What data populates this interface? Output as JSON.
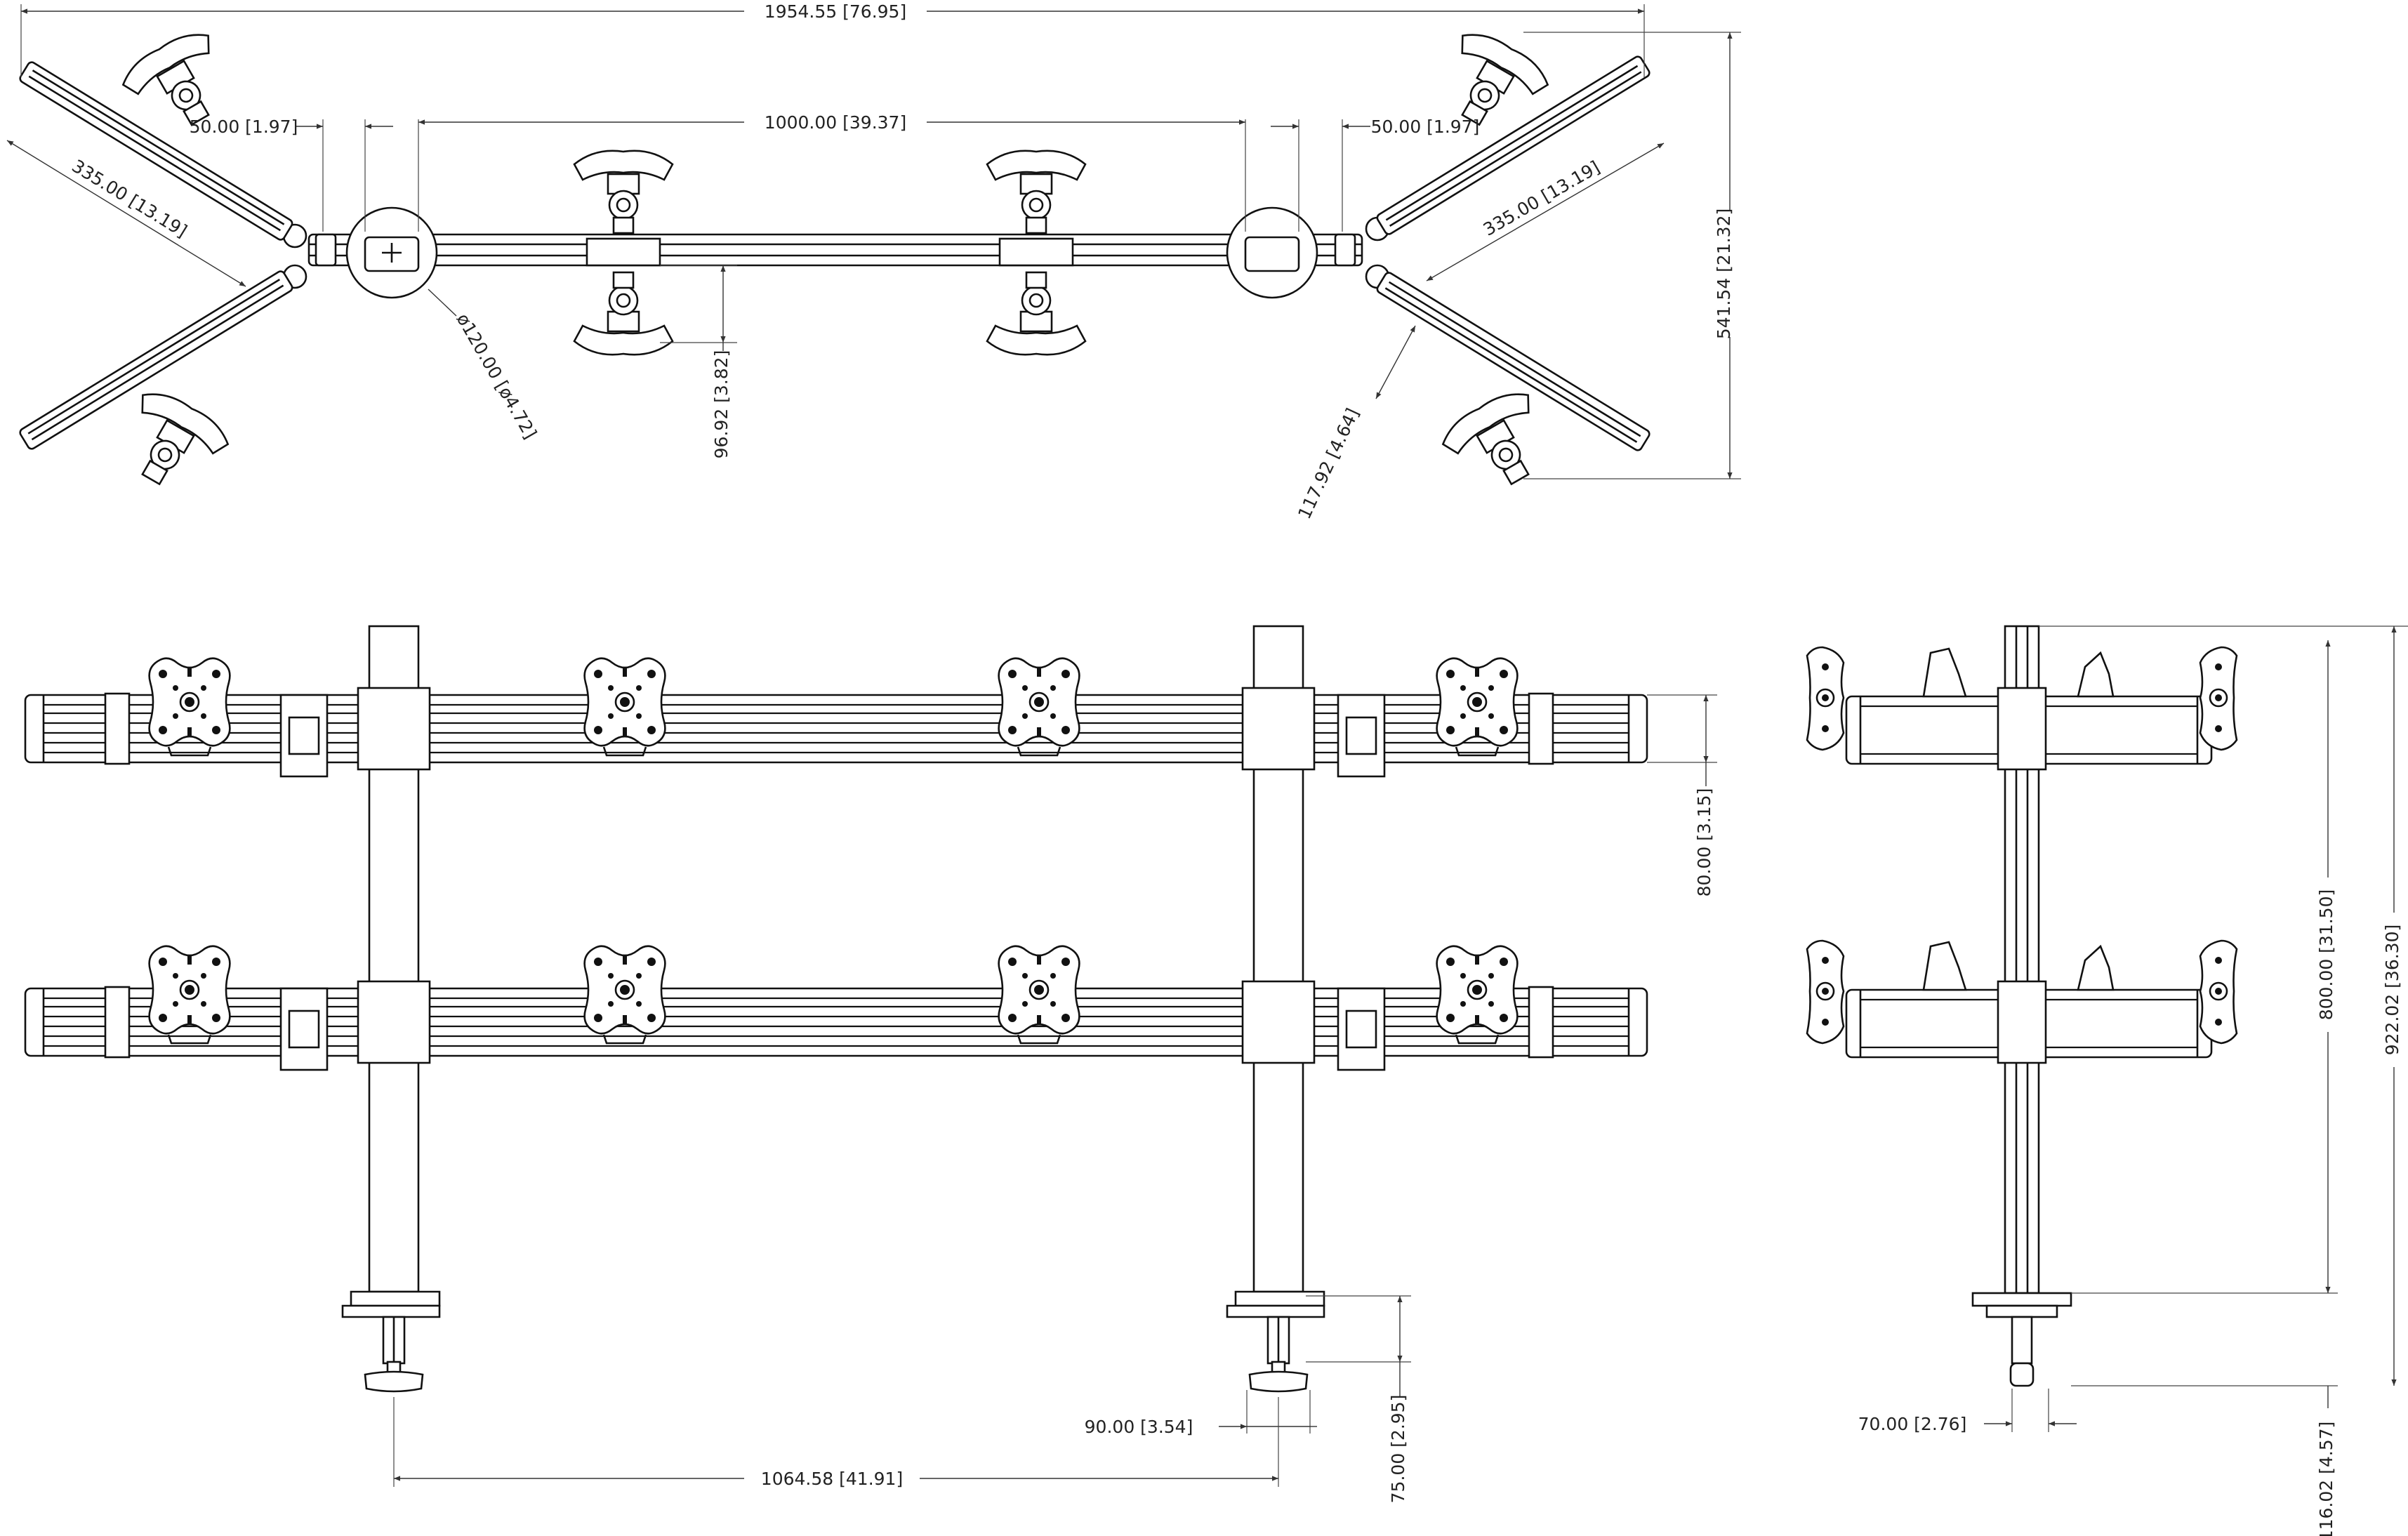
{
  "dimensions": {
    "top_width": "1954.55 [76.95]",
    "top_gap_left": "50.00 [1.97]",
    "top_pole_spacing": "1000.00 [39.37]",
    "top_gap_right": "50.00 [1.97]",
    "top_arm_left": "335.00 [13.19]",
    "top_arm_right": "335.00 [13.19]",
    "top_depth": "541.54 [21.32]",
    "top_pole_diameter": "ø120.00 [ø4.72]",
    "top_offset_center": "96.92 [3.82]",
    "top_offset_right": "117.92 [4.64]",
    "front_bar_height": "80.00 [3.15]",
    "front_clamp_width": "90.00 [3.54]",
    "front_clamp_height": "75.00 [2.95]",
    "front_clamp_spacing": "1064.58 [41.91]",
    "side_pole_height": "800.00 [31.50]",
    "side_total_height": "922.02 [36.30]",
    "side_clamp_width": "70.00 [2.76]",
    "side_clamp_height": "116.02 [4.57]"
  },
  "colors": {
    "line": "#111111",
    "dimension": "#333333",
    "background": "#ffffff"
  },
  "icons": [
    "vesa-plate-icon",
    "pole-icon",
    "desk-clamp-icon",
    "crossbar-icon"
  ]
}
